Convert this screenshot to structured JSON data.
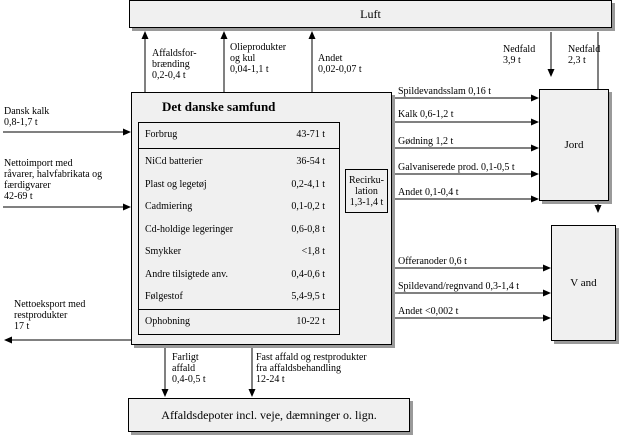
{
  "top_box": {
    "label": "Luft"
  },
  "air_outputs": [
    {
      "id": "affaldsforbraending",
      "lines": [
        "Affaldsfor-",
        "brænding",
        "0,2-0,4 t"
      ]
    },
    {
      "id": "olieprodukter",
      "lines": [
        "Olieprodukter",
        "og kul",
        "0,04-1,1 t"
      ]
    },
    {
      "id": "andet",
      "lines": [
        "Andet",
        "0,02-0,07 t"
      ]
    }
  ],
  "deposition": [
    {
      "id": "nedfald-jord",
      "lines": [
        "Nedfald",
        "3,9 t"
      ]
    },
    {
      "id": "nedfald-vand",
      "lines": [
        "Nedfald",
        "2,3  t"
      ]
    }
  ],
  "inputs": [
    {
      "id": "dansk-kalk",
      "lines": [
        "Dansk kalk",
        "0,8-1,7 t"
      ]
    },
    {
      "id": "nettoimport",
      "lines": [
        "Nettoimport med",
        "råvarer, halvfabrikata og",
        "færdigvarer",
        "42-69 t"
      ]
    }
  ],
  "export": {
    "lines": [
      "Nettoeksport med",
      "restprodukter",
      "17 t"
    ]
  },
  "society": {
    "title": "Det danske samfund",
    "rows": [
      {
        "name": "Forbrug",
        "value": "43-71  t"
      },
      {
        "name": "NiCd batterier",
        "value": "36-54  t"
      },
      {
        "name": "Plast og legetøj",
        "value": "0,2-4,1  t"
      },
      {
        "name": "Cadmiering",
        "value": "0,1-0,2 t"
      },
      {
        "name": "Cd-holdige legeringer",
        "value": "0,6-0,8  t"
      },
      {
        "name": "Smykker",
        "value": "<1,8  t"
      },
      {
        "name": "Andre tilsigtede anv.",
        "value": "0,4-0,6  t"
      },
      {
        "name": "Følgestof",
        "value": "5,4-9,5 t"
      },
      {
        "name": "Ophobning",
        "value": "10-22 t"
      }
    ],
    "recirculation": {
      "lines": [
        "Recirku-",
        "lation",
        "1,3-1,4 t"
      ]
    }
  },
  "soil": {
    "label": "Jord",
    "flows": [
      {
        "id": "spildevandsslam",
        "text": "Spildevandsslam 0,16 t"
      },
      {
        "id": "kalk",
        "text": "Kalk 0,6-1,2 t"
      },
      {
        "id": "goedning",
        "text": "Gødning 1,2 t"
      },
      {
        "id": "galvaniserede",
        "text": "Galvaniserede prod. 0,1-0,5 t"
      },
      {
        "id": "andet-jord",
        "text": "Andet  0,1-0,4 t"
      }
    ]
  },
  "water": {
    "label": "V and",
    "flows": [
      {
        "id": "offeranoder",
        "text": "Offeranoder 0,6  t"
      },
      {
        "id": "spildevand",
        "text": "Spildevand/regnvand 0,3-1,4 t"
      },
      {
        "id": "andet-vand",
        "text": "Andet <0,002 t"
      }
    ]
  },
  "waste_outputs": [
    {
      "id": "farligt-affald",
      "lines": [
        "Farligt",
        "affald",
        "0,4-0,5 t"
      ]
    },
    {
      "id": "fast-affald",
      "lines": [
        "Fast affald og restprodukter",
        "fra affaldsbehandling",
        "12-24 t"
      ]
    }
  ],
  "bottom_box": {
    "label": "Affaldsdepoter incl. veje, dæmninger o. lign."
  }
}
